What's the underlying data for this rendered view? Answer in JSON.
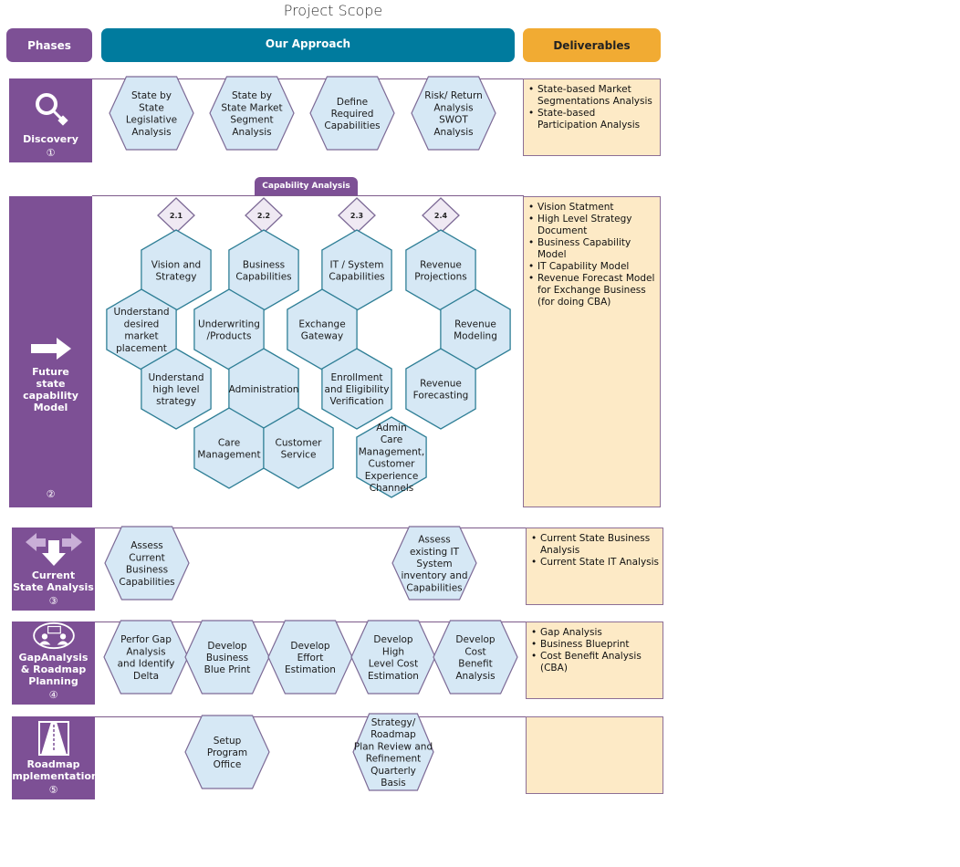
{
  "title": "Project Scope",
  "headers": {
    "phases": "Phases",
    "approach": "Our Approach",
    "deliverables": "Deliverables"
  },
  "colors": {
    "phase_purple": "#7d5095",
    "approach_teal": "#007b9e",
    "deliverables_orange": "#f1ab33",
    "hex_fill": "#d6e8f5",
    "hex_stroke_teal": "#2f7f96",
    "hex_stroke_purple": "#7d6a96",
    "deliverable_fill": "#fdeac6"
  },
  "phases": [
    {
      "id": "discovery",
      "icon": "magnifier-icon",
      "label": "Discovery",
      "number": "①",
      "activities": [
        {
          "lines": [
            "State by",
            "State",
            "Legislative",
            "Analysis"
          ]
        },
        {
          "lines": [
            "State by",
            "State Market",
            "Segment",
            "Analysis"
          ]
        },
        {
          "lines": [
            "Define",
            "Required",
            "Capabilities"
          ]
        },
        {
          "lines": [
            "Risk/ Return",
            "Analysis",
            "SWOT",
            "Analysis"
          ]
        }
      ],
      "deliverables": [
        "State-based Market Segmentations Analysis",
        "State-based Participation Analysis"
      ]
    },
    {
      "id": "future-state",
      "icon": "arrow-right-icon",
      "label_lines": [
        "Future",
        "state",
        "capability",
        "Model"
      ],
      "number": "②",
      "tab_label": "Capability Analysis",
      "groups": [
        {
          "badge": "2.1",
          "hexes": [
            {
              "lines": [
                "Vision and",
                "Strategy"
              ]
            },
            {
              "lines": [
                "Understand",
                "desired",
                "market",
                "placement"
              ]
            },
            {
              "lines": [
                "Understand",
                "high level",
                "strategy"
              ]
            }
          ]
        },
        {
          "badge": "2.2",
          "hexes": [
            {
              "lines": [
                "Business",
                "Capabilities"
              ]
            },
            {
              "lines": [
                "Underwriting",
                "/Products"
              ]
            },
            {
              "lines": [
                "Administration"
              ]
            },
            {
              "lines": [
                "Care",
                "Management"
              ]
            },
            {
              "lines": [
                "Customer",
                "Service"
              ]
            }
          ]
        },
        {
          "badge": "2.3",
          "hexes": [
            {
              "lines": [
                "IT / System",
                "Capabilities"
              ]
            },
            {
              "lines": [
                "Exchange",
                "Gateway"
              ]
            },
            {
              "lines": [
                "Enrollment",
                "and Eligibility",
                "Verification"
              ]
            },
            {
              "lines": [
                "Admin",
                "Care",
                "Management,",
                "Customer",
                "Experience",
                "Channels"
              ]
            }
          ]
        },
        {
          "badge": "2.4",
          "hexes": [
            {
              "lines": [
                "Revenue",
                "Projections"
              ]
            },
            {
              "lines": [
                "Revenue",
                "Modeling"
              ]
            },
            {
              "lines": [
                "Revenue",
                "Forecasting"
              ]
            }
          ]
        }
      ],
      "deliverables": [
        "Vision Statment",
        "High Level Strategy Document",
        "Business Capability Model",
        "IT Capability Model",
        "Revenue Forecast Model for Exchange Business (for doing CBA)"
      ]
    },
    {
      "id": "current-state",
      "icon": "split-arrows-icon",
      "label_lines": [
        "Current",
        "State Analysis"
      ],
      "number": "③",
      "activities": [
        {
          "lines": [
            "Assess",
            "Current",
            "Business",
            "Capabilities"
          ]
        },
        {
          "lines": [
            "Assess",
            "existing IT",
            "System",
            "inventory and",
            "Capabilities"
          ]
        }
      ],
      "deliverables": [
        "Current State Business Analysis",
        "Current State IT Analysis"
      ]
    },
    {
      "id": "gap-analysis",
      "icon": "discussion-icon",
      "label_lines": [
        "GapAnalysis",
        "& Roadmap",
        "Planning"
      ],
      "number": "④",
      "activities": [
        {
          "lines": [
            "Perfor Gap",
            "Analysis",
            "and Identify",
            "Delta"
          ]
        },
        {
          "lines": [
            "Develop",
            "Business",
            "Blue Print"
          ]
        },
        {
          "lines": [
            "Develop",
            "Effort",
            "Estimation"
          ]
        },
        {
          "lines": [
            "Develop",
            "High",
            "Level Cost",
            "Estimation"
          ]
        },
        {
          "lines": [
            "Develop",
            "Cost",
            "Benefit",
            "Analysis"
          ]
        }
      ],
      "deliverables": [
        "Gap Analysis",
        "Business Blueprint",
        "Cost Benefit Analysis (CBA)"
      ]
    },
    {
      "id": "roadmap",
      "icon": "road-icon",
      "label_lines": [
        "Roadmap",
        "Implementation"
      ],
      "number": "⑤",
      "activities": [
        {
          "lines": [
            "Setup",
            "Program",
            "Office"
          ]
        },
        {
          "lines": [
            "Strategy/",
            "Roadmap",
            "Plan Review and",
            "Refinement",
            "Quarterly",
            "Basis"
          ]
        }
      ],
      "deliverables": []
    }
  ]
}
